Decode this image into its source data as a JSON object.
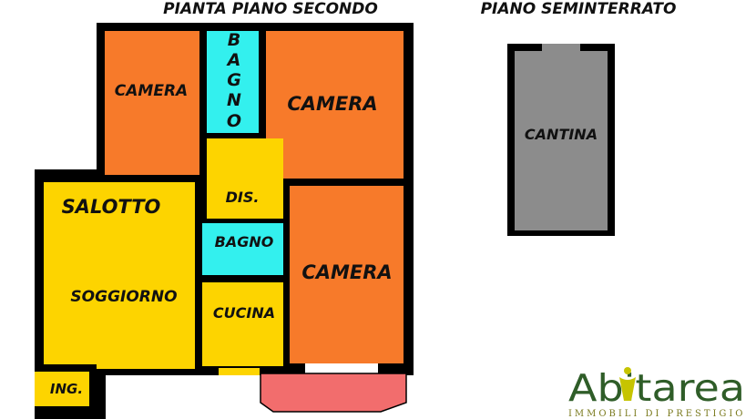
{
  "titles": {
    "second_floor": "PIANTA PIANO SECONDO",
    "basement": "PIANO SEMINTERRATO"
  },
  "rooms": {
    "camera_top_left": "CAMERA",
    "bagno_vertical": "BAGNO",
    "camera_top_right": "CAMERA",
    "salotto": "SALOTTO",
    "soggiorno": "SOGGIORNO",
    "dis": "DIS.",
    "bagno_small": "BAGNO",
    "camera_bottom_right": "CAMERA",
    "cucina": "CUCINA",
    "ingresso": "ING.",
    "cantina": "CANTINA"
  },
  "logo": {
    "name": "Abitarea",
    "tagline": "IMMOBILI DI PRESTIGIO"
  },
  "colors": {
    "camera": "#f77a2a",
    "bagno": "#33f0ee",
    "living": "#fdd400",
    "cantina": "#8c8c8c",
    "balcony": "#f26d6d",
    "wall": "#000000",
    "logo_green": "#2f5d28",
    "logo_accent": "#c6c400"
  }
}
